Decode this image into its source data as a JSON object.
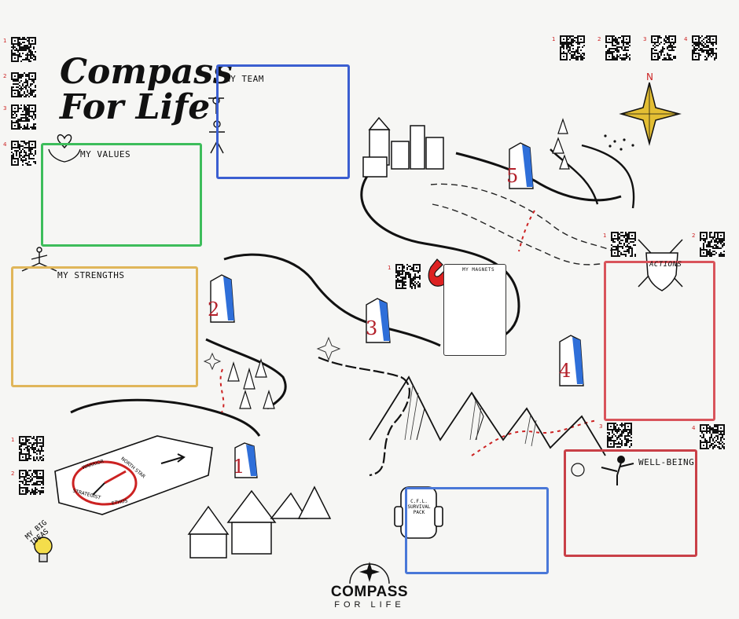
{
  "title_line1": "Compass",
  "title_line2": "For Life",
  "boxes": {
    "my_values": "MY VALUES",
    "my_team": "MY TEAM",
    "my_strengths": "MY STRENGTHS",
    "my_magnets": "MY MAGNETS",
    "actions": "ACTIONS",
    "well_being": "WELL-BEING",
    "my_big_ideas": "MY BIG IDEAS"
  },
  "flags": [
    "1",
    "2",
    "3",
    "4",
    "5"
  ],
  "compass_labels": {
    "north": "N",
    "warrior": "WARRIOR",
    "north_star": "NORTH STAR",
    "strategist": "STRATEGIST",
    "ethos": "ETHOS"
  },
  "backpack_label": "C.F.L. SURVIVAL PACK",
  "logo": {
    "name": "COMPASS",
    "sub": "FOR LIFE"
  },
  "qr_numbers": {
    "top_left": [
      "1",
      "2",
      "3",
      "4"
    ],
    "top_right": [
      "1",
      "2",
      "3",
      "4"
    ],
    "actions": [
      "1",
      "2"
    ],
    "well_being": [
      "3",
      "4"
    ],
    "bottom_left": [
      "1",
      "2"
    ],
    "magnets": [
      "1"
    ]
  },
  "colors": {
    "values": "#3dbd5b",
    "team": "#3b5fd1",
    "strengths": "#e0b65a",
    "actions": "#d9545b",
    "well_being": "#c94047",
    "blank_box": "#4a78d8",
    "flag_blue": "#2f6fd9",
    "flag_number": "#b3202a",
    "star_gold": "#e3be33"
  }
}
